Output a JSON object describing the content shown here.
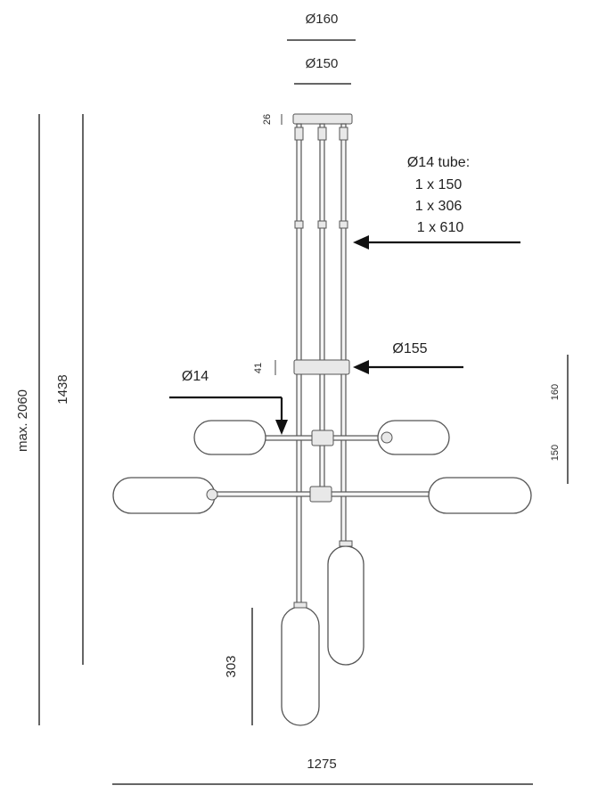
{
  "dimensions": {
    "canopy_outer": "Ø160",
    "canopy_inner": "Ø150",
    "canopy_height": "26",
    "max_height": "max. 2060",
    "body_height": "1438",
    "tube_note_title": "Ø14 tube:",
    "tube_note_line1": "1 x 150",
    "tube_note_line2": "1 x 306",
    "tube_note_line3": "1 x 610",
    "ring_diameter": "Ø155",
    "ring_height": "41",
    "arm_diameter": "Ø14",
    "upper_arm_spacing": "160",
    "lower_arm_spacing": "150",
    "shade_length": "303",
    "total_width": "1275"
  },
  "colors": {
    "line": "#333333",
    "arrow": "#111111",
    "background": "#ffffff"
  }
}
